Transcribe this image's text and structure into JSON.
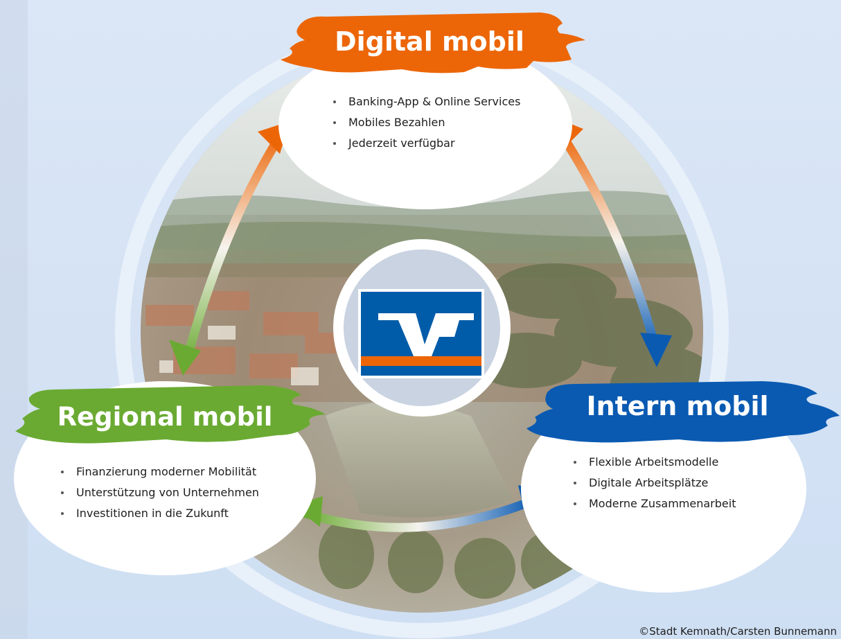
{
  "colors": {
    "orange": "#ec6608",
    "green": "#6aaa32",
    "blue": "#0a5ab2",
    "brand_blue": "#005ca9",
    "background": "#d8e5f5"
  },
  "center": {
    "logo_name": "volksbank-raiffeisenbank-logo"
  },
  "sections": {
    "digital": {
      "title": "Digital mobil",
      "items": [
        "Banking-App & Online Services",
        "Mobiles Bezahlen",
        "Jederzeit verfügbar"
      ]
    },
    "regional": {
      "title": "Regional mobil",
      "items": [
        "Finanzierung moderner Mobilität",
        "Unterstützung von Unternehmen",
        "Investitionen in die Zukunft"
      ]
    },
    "intern": {
      "title": "Intern mobil",
      "items": [
        "Flexible Arbeitsmodelle",
        "Digitale Arbeitsplätze",
        "Moderne Zusammenarbeit"
      ]
    }
  },
  "credit": "©Stadt Kemnath/Carsten Bunnemann"
}
